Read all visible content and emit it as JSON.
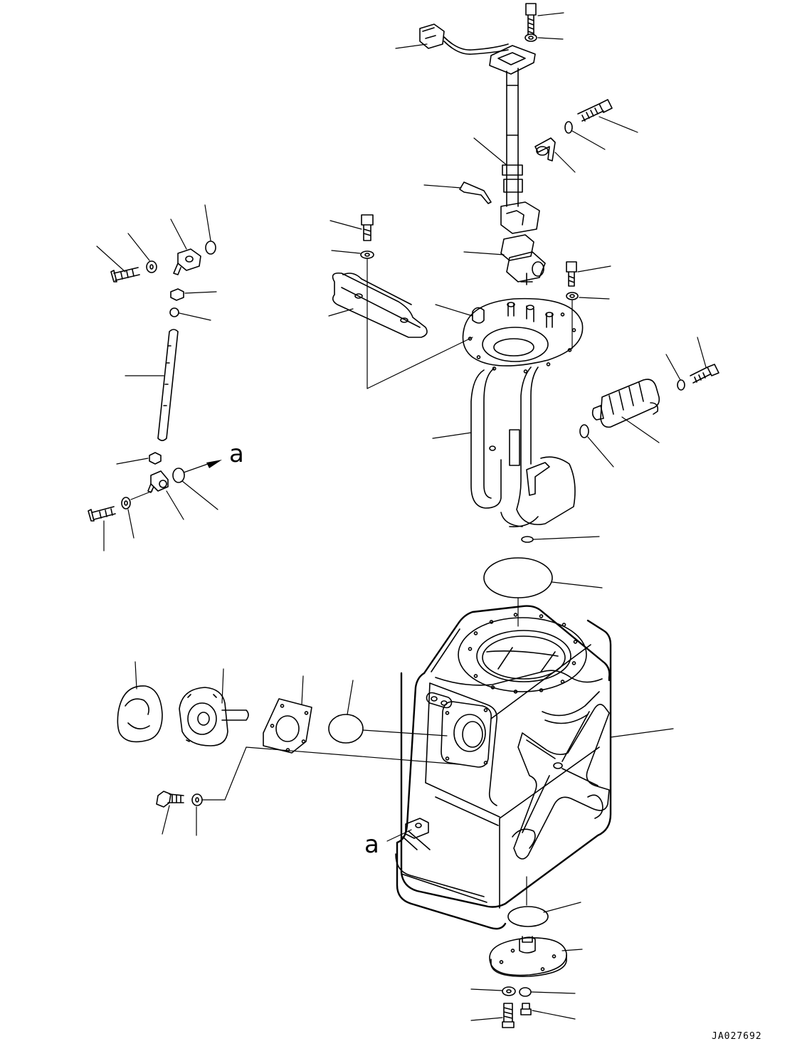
{
  "diagram": {
    "drawing_code": "JA027692",
    "reference_labels": [
      "a",
      "a"
    ]
  }
}
